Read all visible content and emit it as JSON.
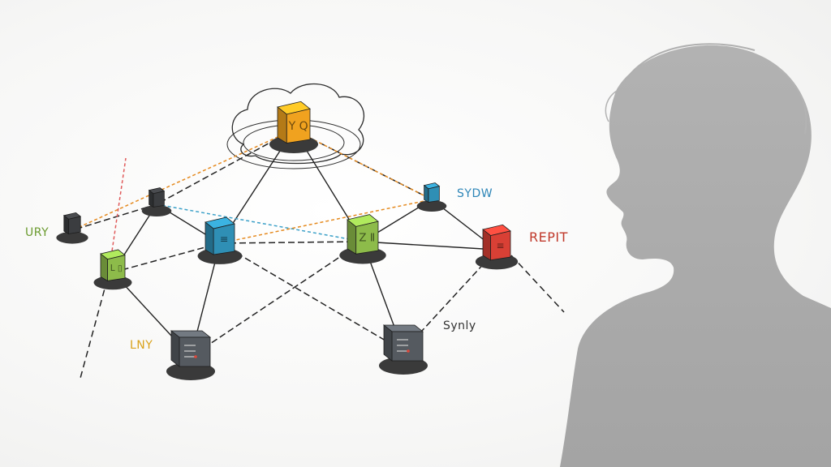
{
  "diagram": {
    "labels": {
      "top_right": "SYDW",
      "left": "URY",
      "right": "REPIT",
      "bottom_left": "LNY",
      "bottom_right": "Synly"
    },
    "label_colors": {
      "top_right": "#2e86b8",
      "left": "#6a9a2e",
      "right": "#c0392b",
      "bottom_left": "#d9a21b",
      "bottom_right": "#333333"
    },
    "node_colors": {
      "orange": "#f0a21f",
      "blue": "#2f8fb5",
      "green": "#8dbb4a",
      "red": "#d94035",
      "gray": "#555a60",
      "dark": "#3b3d40"
    },
    "nodes": [
      {
        "id": "cloud-core",
        "kind": "cube",
        "color": "orange",
        "glyph": "Y Q"
      },
      {
        "id": "top-left-device",
        "kind": "small-box",
        "color": "dark"
      },
      {
        "id": "left-device",
        "kind": "small-box",
        "color": "dark"
      },
      {
        "id": "left-green",
        "kind": "cube",
        "color": "green",
        "glyph": "L ▯"
      },
      {
        "id": "center-blue",
        "kind": "cube",
        "color": "blue",
        "glyph": "≡"
      },
      {
        "id": "center-green",
        "kind": "cube",
        "color": "green",
        "glyph": "Z Ⅱ"
      },
      {
        "id": "top-right-blue",
        "kind": "small-box",
        "color": "blue"
      },
      {
        "id": "right-red",
        "kind": "cube",
        "color": "red",
        "glyph": "≡"
      },
      {
        "id": "bottom-left-server",
        "kind": "server",
        "color": "gray"
      },
      {
        "id": "bottom-right-server",
        "kind": "server",
        "color": "gray"
      }
    ],
    "silhouette_color": "#a9a9a9"
  }
}
